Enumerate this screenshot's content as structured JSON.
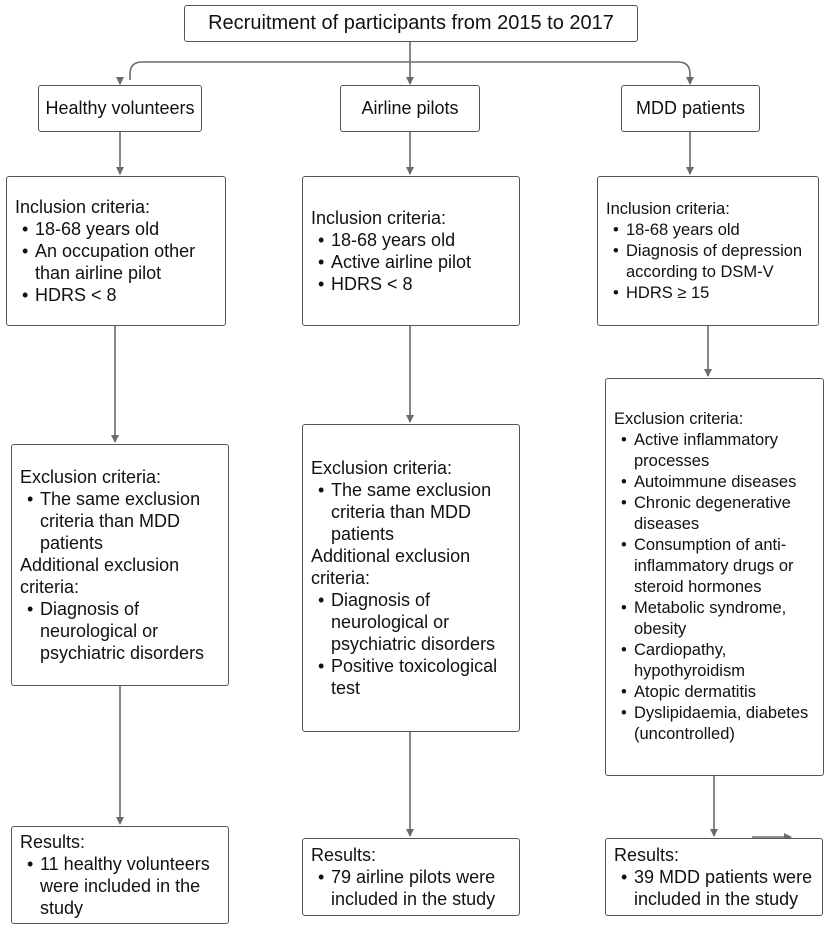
{
  "top": {
    "title": "Recruitment of participants from 2015 to 2017"
  },
  "columns": [
    {
      "group": "Healthy volunteers",
      "inclusion": {
        "heading": "Inclusion criteria:",
        "items": [
          "18-68 years old",
          "An occupation other than airline pilot",
          "HDRS < 8"
        ]
      },
      "exclusion": {
        "heading": "Exclusion criteria:",
        "items": [
          "The same exclusion criteria than MDD patients"
        ],
        "additional_heading": "Additional exclusion criteria:",
        "additional_items": [
          "Diagnosis of neurological or psychiatric disorders"
        ]
      },
      "results": {
        "heading": "Results:",
        "items": [
          "11 healthy volunteers were included in the study"
        ]
      }
    },
    {
      "group": "Airline pilots",
      "inclusion": {
        "heading": "Inclusion criteria:",
        "items": [
          "18-68 years old",
          "Active  airline pilot",
          "HDRS < 8"
        ]
      },
      "exclusion": {
        "heading": "Exclusion criteria:",
        "items": [
          "The same exclusion criteria than MDD patients"
        ],
        "additional_heading": "Additional exclusion criteria:",
        "additional_items": [
          "Diagnosis of neurological or psychiatric disorders",
          "Positive toxicological test"
        ]
      },
      "results": {
        "heading": "Results:",
        "items": [
          "79 airline pilots were included in the study"
        ]
      }
    },
    {
      "group": "MDD patients",
      "inclusion": {
        "heading": "Inclusion criteria:",
        "items": [
          "18-68 years old",
          "Diagnosis of depression according to DSM-V",
          "HDRS ≥ 15"
        ]
      },
      "exclusion": {
        "heading": "Exclusion criteria:",
        "items": [
          "Active inflammatory processes",
          "Autoimmune diseases",
          "Chronic degenerative diseases",
          "Consumption of anti-inflammatory drugs or steroid hormones",
          "Metabolic syndrome, obesity",
          "Cardiopathy, hypothyroidism",
          "Atopic dermatitis",
          "Dyslipidaemia, diabetes (uncontrolled)"
        ]
      },
      "results": {
        "heading": "Results:",
        "items": [
          "39 MDD patients were included in the study"
        ]
      }
    }
  ],
  "colors": {
    "line": "#6b6b6b",
    "border": "#555555",
    "text": "#111111"
  }
}
